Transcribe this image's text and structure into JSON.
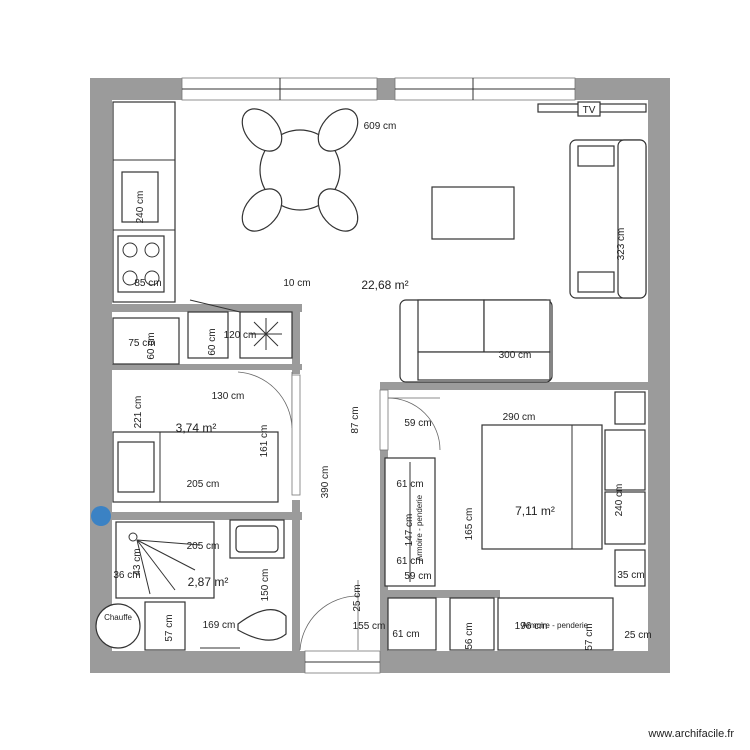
{
  "watermark": "www.archifacile.fr",
  "colors": {
    "wall": "#9b9b9b",
    "line": "#333333",
    "marker": "#3b82c4"
  },
  "rooms": {
    "living_area": "22,68 m²",
    "room_top_left_area": "3,74 m²",
    "bedroom_area": "7,11 m²",
    "bathroom_area": "2,87 m²"
  },
  "furniture": {
    "tv": "TV",
    "water_heater": "Chauffe",
    "storage_1": "Armoire - penderie",
    "storage_2": "Armoire - penderie"
  },
  "dimensions": [
    "609 cm",
    "240 cm",
    "85 cm",
    "10 cm",
    "323 cm",
    "120 cm",
    "60 cm",
    "75 cm",
    "60 cm",
    "130 cm",
    "221 cm",
    "161 cm",
    "87 cm",
    "300 cm",
    "290 cm",
    "59 cm",
    "61 cm",
    "205 cm",
    "390 cm",
    "165 cm",
    "61 cm",
    "59 cm",
    "240 cm",
    "205 cm",
    "43 cm",
    "36 cm",
    "150 cm",
    "25 cm",
    "35 cm",
    "169 cm",
    "155 cm",
    "56 cm",
    "61 cm",
    "196 cm",
    "57 cm",
    "147 cm",
    "25 cm",
    "57 cm"
  ]
}
